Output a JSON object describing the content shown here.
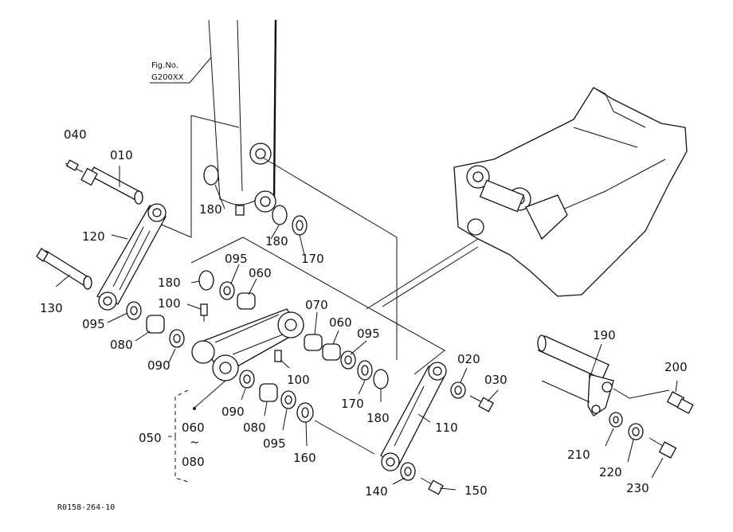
{
  "figure_reference": {
    "line1": "Fig.No.",
    "line2": "G200XX"
  },
  "drawing_code": "R0158-264-10",
  "callouts": {
    "c040": "040",
    "c010": "010",
    "c120": "120",
    "c130": "130",
    "c095a": "095",
    "c080a": "080",
    "c090a": "090",
    "c100a": "100",
    "c180a": "180",
    "c095b": "095",
    "c060a": "060",
    "c180b": "180",
    "c180c": "180",
    "c170a": "170",
    "c070": "070",
    "c060b": "060",
    "c095c": "095",
    "c100b": "100",
    "c170b": "170",
    "c180d": "180",
    "c020": "020",
    "c030": "030",
    "c110": "110",
    "c090b": "090",
    "c080b": "080",
    "c095d": "095",
    "c160": "160",
    "c140": "140",
    "c150": "150",
    "c050": "050",
    "r060": "060",
    "tilde": "~",
    "r080": "080",
    "c190": "190",
    "c200": "200",
    "c210": "210",
    "c220": "220",
    "c230": "230"
  }
}
